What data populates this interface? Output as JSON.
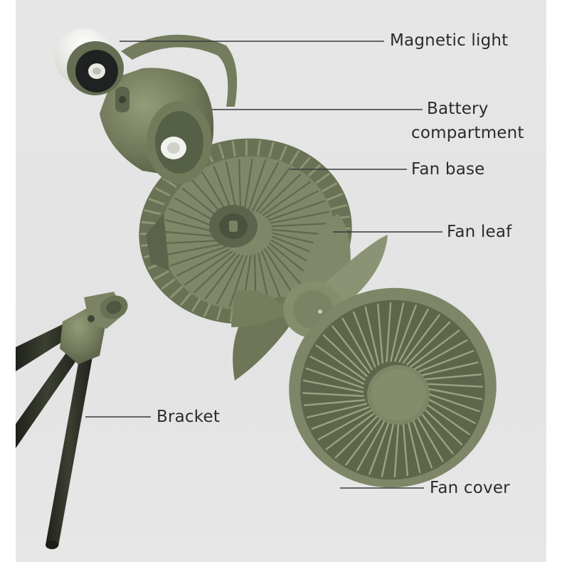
{
  "parts": [
    {
      "id": "magnetic-light",
      "label": "Magnetic light"
    },
    {
      "id": "battery-compartment",
      "label": "Battery\ncompartment"
    },
    {
      "id": "fan-base",
      "label": "Fan base"
    },
    {
      "id": "fan-leaf",
      "label": "Fan leaf"
    },
    {
      "id": "bracket",
      "label": "Bracket"
    },
    {
      "id": "fan-cover",
      "label": "Fan cover"
    }
  ],
  "colors": {
    "olive": "#6d7558",
    "olive_light": "#8a9270",
    "olive_dark": "#4b5240",
    "leg": "#2e3226",
    "lens": "#1c1f1a"
  }
}
